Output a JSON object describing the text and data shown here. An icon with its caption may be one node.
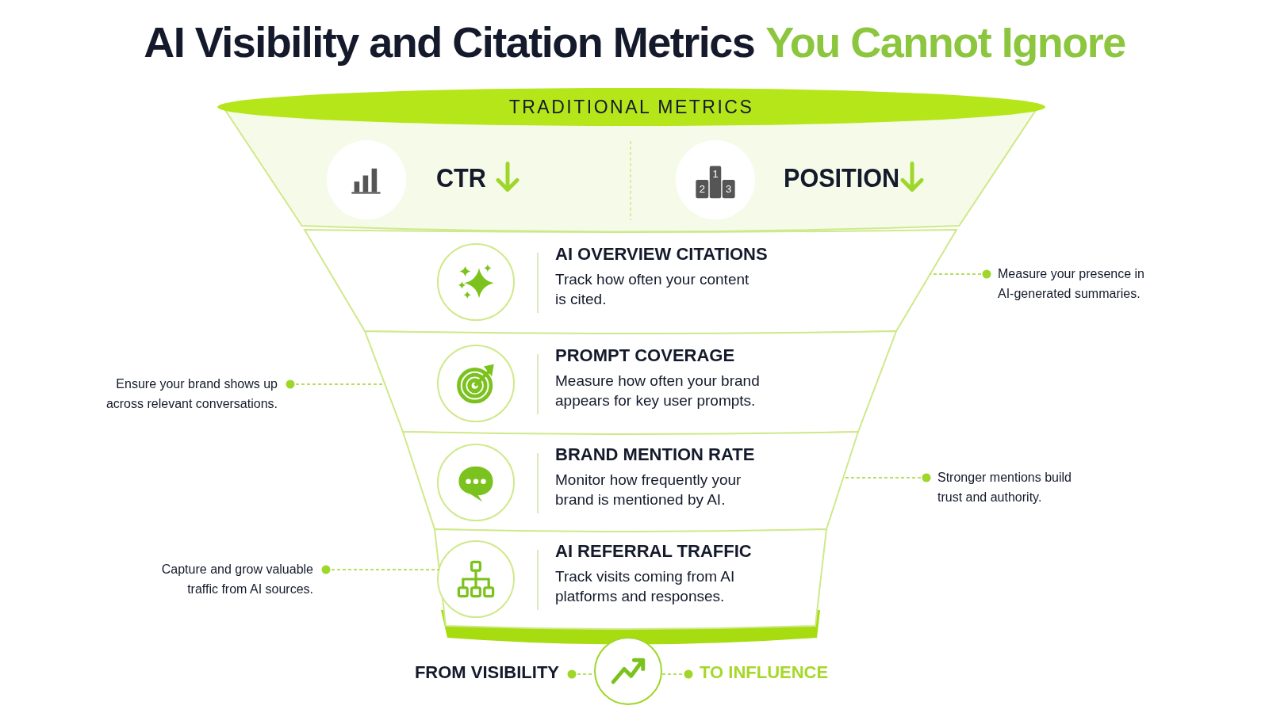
{
  "diagram": {
    "title": "AI Visibility and Citation Metrics",
    "nodes": [
      {
        "text": [
          "TRADITIONAL METRICS"
        ]
      },
      {
        "text": [
          "CTR"
        ],
        "in": 0
      },
      {
        "text": [
          "POSITION"
        ],
        "in": 0
      },
      {
        "text": [
          "AI OVERVIEW CITATIONS",
          "Track how often your content is cited."
        ]
      },
      {
        "text": [
          "PROMPT COVERAGE",
          "Measure how often your brand appears for key user prompts."
        ]
      },
      {
        "text": [
          "BRAND MENTION RATE",
          "Monitor how frequently your brand is mentioned by AI."
        ]
      },
      {
        "text": [
          "AI REFERRAL TRAFFIC",
          "Track visits coming from AI platforms and responses."
        ]
      },
      {
        "text": [
          "Measure your presence in AI-generated summaries."
        ]
      },
      {
        "text": [
          "Ensure your brand shows up across relevant conversations."
        ]
      },
      {
        "text": [
          "Stronger mentions build trust and authority."
        ]
      },
      {
        "text": [
          "Capture and grow valuable traffic from AI sources."
        ]
      },
      {
        "text": [
          "FROM VISIBILITY"
        ]
      },
      {
        "text": [],
        "shape": "circle"
      },
      {
        "text": [
          "TO INFLUENCE"
        ]
      }
    ],
    "edges": [
      {
        "from": 7,
        "to": 3,
        "arrow": "other",
        "style": "dashed"
      },
      {
        "from": 8,
        "to": 4,
        "arrow": "other",
        "style": "dashed"
      },
      {
        "from": 9,
        "to": 5,
        "arrow": "other",
        "style": "dashed"
      },
      {
        "from": 10,
        "to": 6,
        "arrow": "other",
        "style": "dashed"
      },
      {
        "from": 11,
        "to": 12,
        "arrow": "other",
        "style": "dashed"
      },
      {
        "from": 12,
        "to": 13,
        "arrow": "other",
        "style": "dashed"
      }
    ],
    "labels": [
      "You Cannot Ignore",
      "1",
      "2",
      "3"
    ]
  }
}
